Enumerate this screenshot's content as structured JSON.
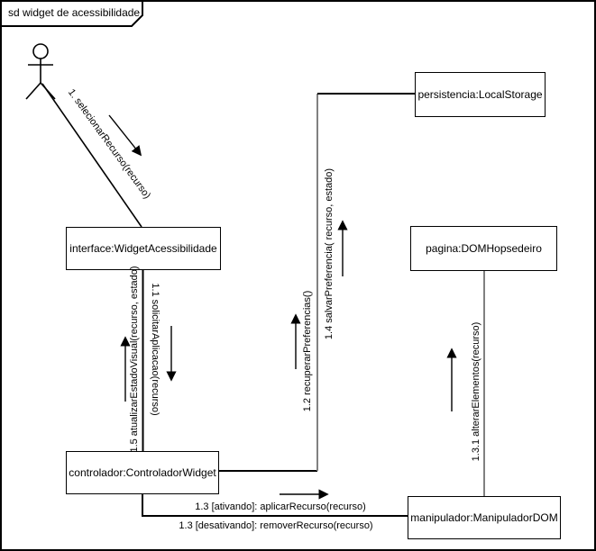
{
  "frame": {
    "title": "sd widget de acessibilidade"
  },
  "objects": [
    {
      "id": "interface",
      "label": "interface:WidgetAcessibilidade"
    },
    {
      "id": "persistencia",
      "label": "persistencia:LocalStorage"
    },
    {
      "id": "pagina",
      "label": "pagina:DOMHopsedeiro"
    },
    {
      "id": "controlador",
      "label": "controlador:ControladorWidget"
    },
    {
      "id": "manipulador",
      "label": "manipulador:ManipuladorDOM"
    }
  ],
  "actor": {
    "role": "user-actor"
  },
  "messages": [
    {
      "label": "1. selecionarRecurso(recurso)"
    },
    {
      "label": "1.1 solicitarAplicacao(recurso)"
    },
    {
      "label": "1.2 recuperarPreferencias()"
    },
    {
      "label": "1.3 [ativando]: aplicarRecurso(recurso)"
    },
    {
      "label": "1.3 [desativando]: removerRecurso(recurso)"
    },
    {
      "label": "1.3.1 alterarElementos(recurso)"
    },
    {
      "label": "1.4 salvarPreferencia( recurso, estado)"
    },
    {
      "label": "1.5 atualizarEstadoVisual(recurso, estado)"
    }
  ],
  "colors": {
    "stroke": "#000000",
    "link_secondary": "#808080",
    "background": "#ffffff"
  }
}
